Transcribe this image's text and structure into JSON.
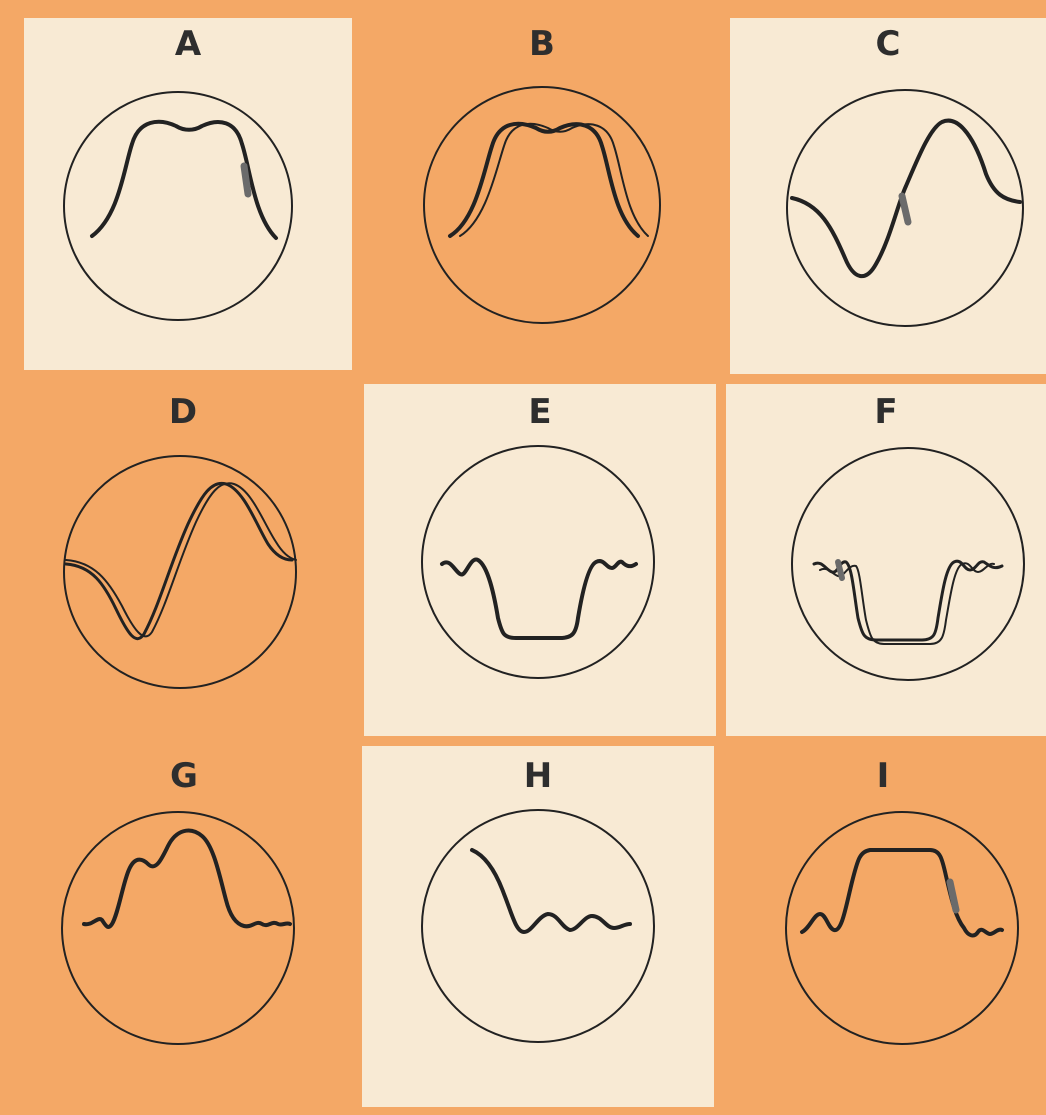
{
  "colors": {
    "background_orange": "#f4a866",
    "background_cream": "#f8ead4",
    "trace": "#222222",
    "trace_blur": "#6b6b6b"
  },
  "panels": [
    {
      "label": "A",
      "background": "cream",
      "waveform": "rounded pulse with dip on top",
      "trace_count": 1
    },
    {
      "label": "B",
      "background": "orange",
      "waveform": "rounded pulse with dip on top, double trace",
      "trace_count": 2
    },
    {
      "label": "C",
      "background": "cream",
      "waveform": "single sine cycle",
      "trace_count": 1
    },
    {
      "label": "D",
      "background": "orange",
      "waveform": "single sine cycle, double trace",
      "trace_count": 2
    },
    {
      "label": "E",
      "background": "cream",
      "waveform": "inverted square pulse with ringing",
      "trace_count": 1
    },
    {
      "label": "F",
      "background": "cream",
      "waveform": "inverted square pulse with ringing, double trace",
      "trace_count": 2
    },
    {
      "label": "G",
      "background": "orange",
      "waveform": "double-humped pulse with ringing",
      "trace_count": 1
    },
    {
      "label": "H",
      "background": "cream",
      "waveform": "falling edge with damped oscillation",
      "trace_count": 1
    },
    {
      "label": "I",
      "background": "orange",
      "waveform": "flat-top pulse with ringing",
      "trace_count": 1
    }
  ]
}
